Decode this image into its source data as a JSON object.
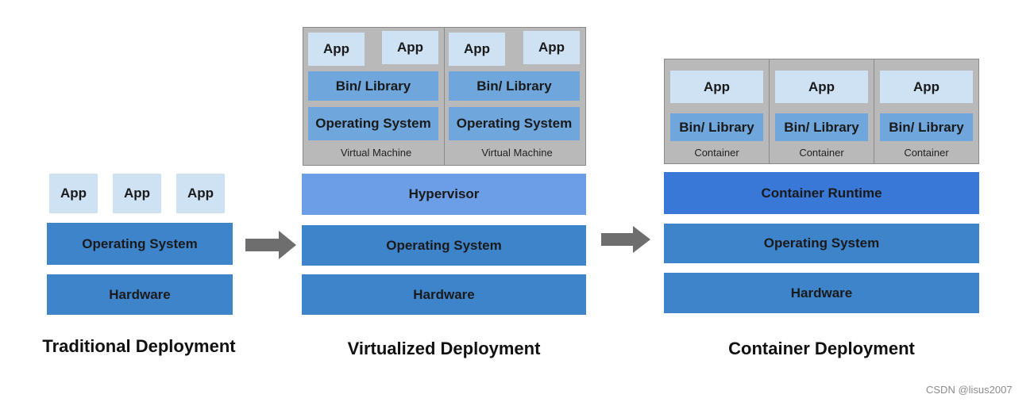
{
  "traditional": {
    "apps": [
      "App",
      "App",
      "App"
    ],
    "os": "Operating System",
    "hardware": "Hardware",
    "title": "Traditional Deployment"
  },
  "virtualized": {
    "vms": [
      {
        "apps": [
          "App",
          "App"
        ],
        "library": "Bin/ Library",
        "os": "Operating System",
        "caption": "Virtual Machine"
      },
      {
        "apps": [
          "App",
          "App"
        ],
        "library": "Bin/ Library",
        "os": "Operating System",
        "caption": "Virtual Machine"
      }
    ],
    "hypervisor": "Hypervisor",
    "os": "Operating System",
    "hardware": "Hardware",
    "title": "Virtualized Deployment"
  },
  "container": {
    "containers": [
      {
        "app": "App",
        "library": "Bin/ Library",
        "caption": "Container"
      },
      {
        "app": "App",
        "library": "Bin/ Library",
        "caption": "Container"
      },
      {
        "app": "App",
        "library": "Bin/ Library",
        "caption": "Container"
      }
    ],
    "runtime": "Container Runtime",
    "os": "Operating System",
    "hardware": "Hardware",
    "title": "Container Deployment"
  },
  "watermark": "CSDN @lisus2007",
  "colors": {
    "os_hardware": "#3e84cb",
    "hypervisor": "#6b9ee6",
    "runtime": "#3a78d8",
    "app": "#cfe2f3",
    "library": "#6fa7dc",
    "frame": "#b9b9b9",
    "arrow": "#6e6e6e"
  }
}
